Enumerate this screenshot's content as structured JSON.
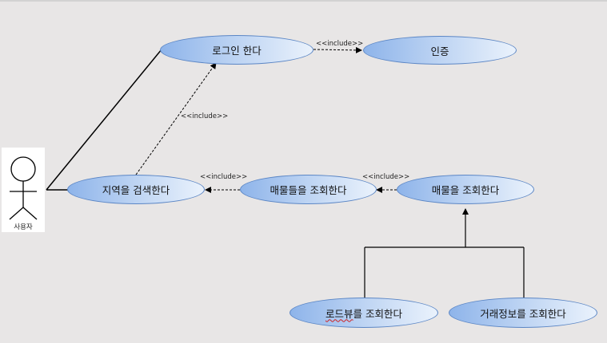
{
  "actor": {
    "label": "사용자"
  },
  "use_cases": {
    "login": "로그인 한다",
    "auth": "인증",
    "search_region": "지역을 검색한다",
    "view_listings": "매물들을 조회한다",
    "view_listing": "매물을 조회한다",
    "view_roadview_prefix": "로드뷰",
    "view_roadview_suffix": "를 조회한다",
    "view_trade_info": "거래정보를 조회한다"
  },
  "relations": {
    "include_login_auth": "<<include>>",
    "include_search_login": "<<include>>",
    "include_listings_search": "<<include>>",
    "include_listing_listings": "<<include>>"
  },
  "colors": {
    "usecase_fill_dark": "#8eb4ea",
    "usecase_fill_light": "#eaf2fc",
    "usecase_border": "#5b86c5",
    "line": "#000000",
    "background": "#e8e6e6"
  }
}
